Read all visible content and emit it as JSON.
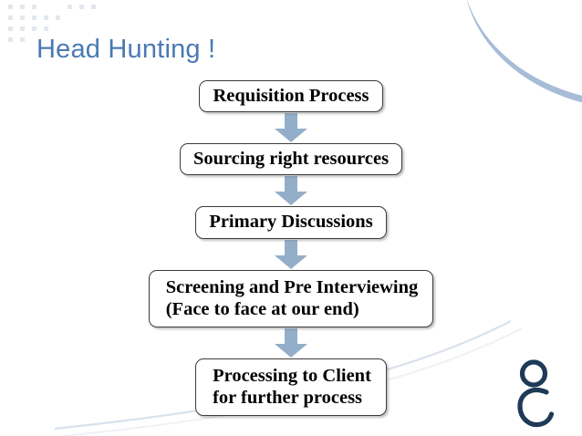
{
  "slide": {
    "title": "Head Hunting !",
    "title_color": "#4a7ab2",
    "background_color": "#ffffff"
  },
  "decor": {
    "corner_arc_color": "#a7bcd6",
    "dot_color": "#e2e8ef",
    "swoosh_color": "#d6e0ec",
    "logo_color": "#1d3a57",
    "logo_name": "abstract-person-logo"
  },
  "flow": {
    "arrow_color": "#93aec9",
    "arrow_icon": "arrow-down-icon",
    "box_border_color": "#3c3c3c",
    "steps": [
      {
        "id": "requisition-process",
        "label": "Requisition Process"
      },
      {
        "id": "sourcing-right-resources",
        "label": "Sourcing right resources"
      },
      {
        "id": "primary-discussions",
        "label": "Primary Discussions"
      },
      {
        "id": "screening-pre-interviewing",
        "label": "Screening and Pre Interviewing\n(Face to face at our end)"
      },
      {
        "id": "processing-to-client",
        "label": "Processing to Client\nfor further process"
      }
    ]
  }
}
